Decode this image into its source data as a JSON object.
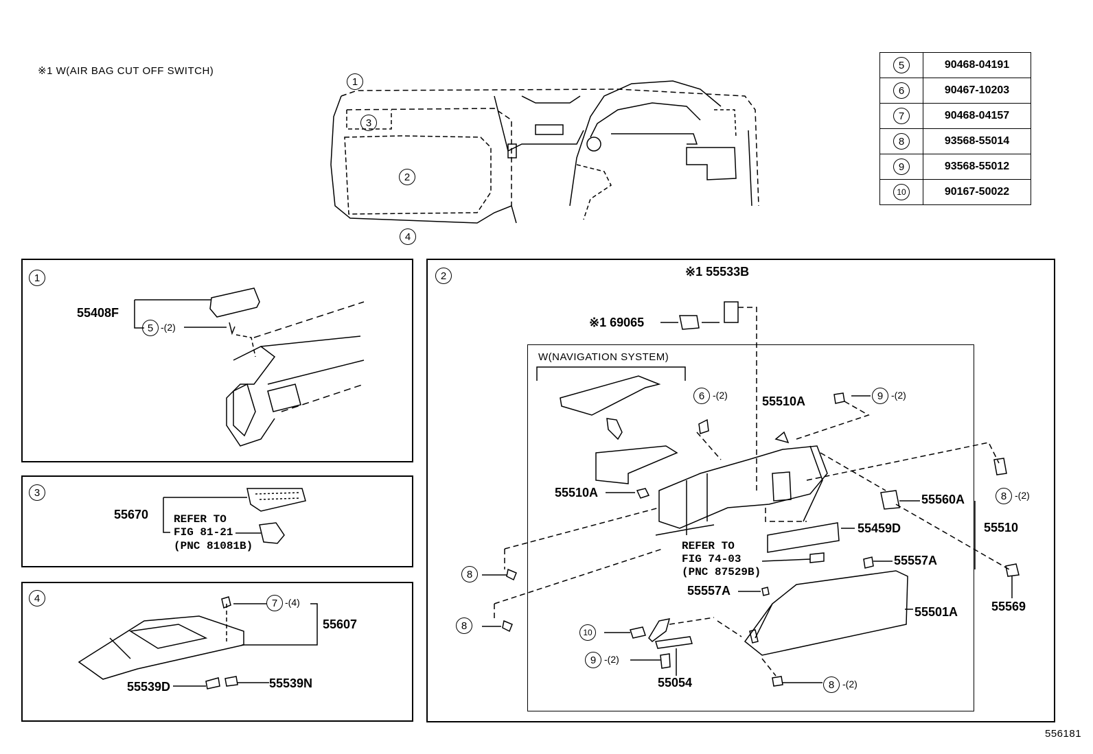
{
  "header": {
    "note": "※1  W(AIR BAG CUT OFF SWITCH)",
    "figure_number": "556181"
  },
  "overview": {
    "callouts": [
      "1",
      "2",
      "3",
      "4"
    ]
  },
  "codes_table": [
    {
      "ref": "5",
      "part": "90468-04191"
    },
    {
      "ref": "6",
      "part": "90467-10203"
    },
    {
      "ref": "7",
      "part": "90468-04157"
    },
    {
      "ref": "8",
      "part": "93568-55014"
    },
    {
      "ref": "9",
      "part": "93568-55012"
    },
    {
      "ref": "10",
      "part": "90167-50022"
    }
  ],
  "panel1": {
    "id": "1",
    "part": "55408F",
    "ref": "5",
    "qty": "-(2)"
  },
  "panel3": {
    "id": "3",
    "part": "55670",
    "refer_line1": "REFER TO",
    "refer_line2": "FIG 81-21",
    "refer_line3": "(PNC 81081B)"
  },
  "panel4": {
    "id": "4",
    "part_main": "55607",
    "ref": "7",
    "qty": "-(4)",
    "part_a": "55539D",
    "part_b": "55539N"
  },
  "panel2": {
    "id": "2",
    "p55533B": "※1 55533B",
    "p69065": "※1 69065",
    "nav_label": "W(NAVIGATION SYSTEM)",
    "p55510A_left": "55510A",
    "p55510A_right": "55510A",
    "ref6": "6",
    "ref6_qty": "-(2)",
    "ref9_top": "9",
    "ref9_top_qty": "-(2)",
    "ref8_right": "8",
    "ref8_right_qty": "-(2)",
    "p55560A": "55560A",
    "p55510": "55510",
    "p55459D": "55459D",
    "refer_line1": "REFER TO",
    "refer_line2": "FIG 74-03",
    "refer_line3": "(PNC 87529B)",
    "ref8_left_a": "8",
    "ref8_left_b": "8",
    "p55557A_a": "55557A",
    "p55557A_b": "55557A",
    "p55569": "55569",
    "p55501A": "55501A",
    "ref10": "10",
    "ref9_bottom": "9",
    "ref9_bottom_qty": "-(2)",
    "p55054": "55054",
    "ref8_bottom": "8",
    "ref8_bottom_qty": "-(2)"
  }
}
